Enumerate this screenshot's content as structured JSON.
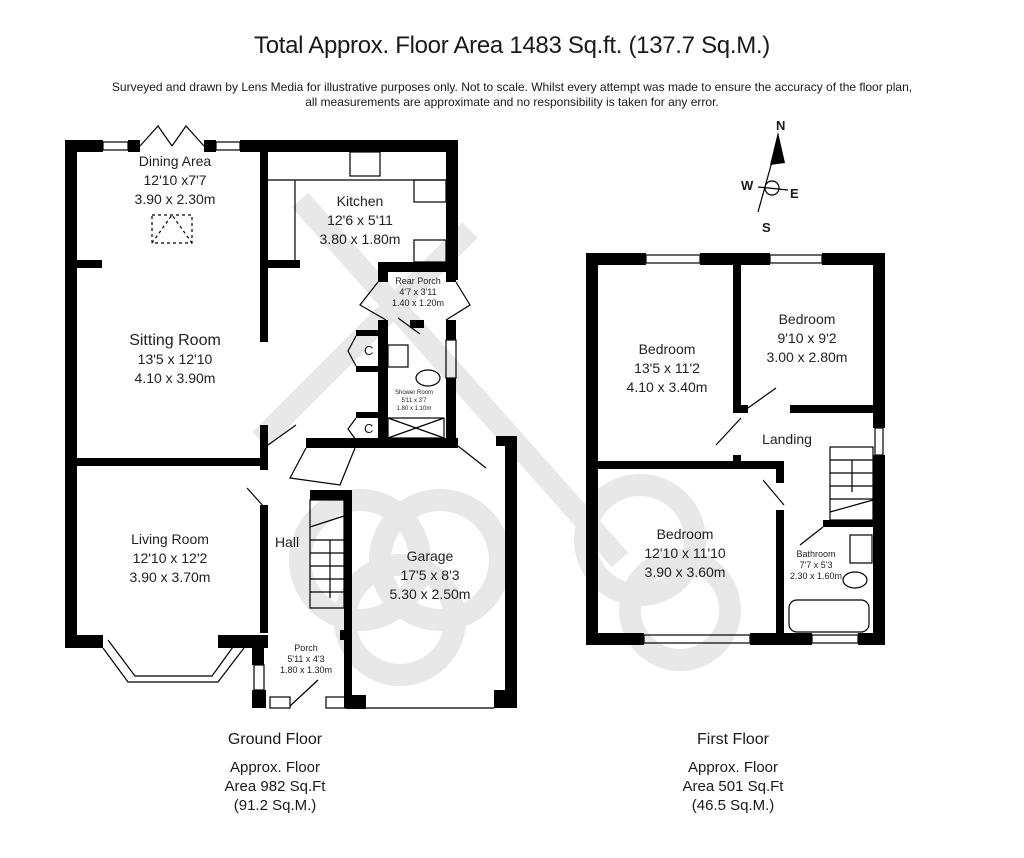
{
  "header": {
    "title": "Total Approx. Floor Area 1483 Sq.ft. (137.7 Sq.M.)",
    "disclaimer_line1": "Surveyed and drawn by Lens Media for illustrative purposes only. Not to scale. Whilst every attempt was made to ensure the accuracy of the floor plan,",
    "disclaimer_line2": "all measurements are approximate and no responsibility is taken for any error."
  },
  "compass": {
    "n": "N",
    "s": "S",
    "e": "E",
    "w": "W"
  },
  "ground_floor": {
    "label": "Ground Floor",
    "area_line1": "Approx. Floor",
    "area_line2": "Area 982 Sq.Ft",
    "area_line3": "(91.2 Sq.M.)",
    "rooms": [
      {
        "name": "Dining Area",
        "imperial": "12'10 x7'7",
        "metric": "3.90 x 2.30m"
      },
      {
        "name": "Kitchen",
        "imperial": "12'6 x 5'11",
        "metric": "3.80 x 1.80m"
      },
      {
        "name": "Rear Porch",
        "imperial": "4'7 x 3'11",
        "metric": "1.40 x 1.20m"
      },
      {
        "name": "Sitting Room",
        "imperial": "13'5 x 12'10",
        "metric": "4.10 x 3.90m"
      },
      {
        "name": "Shower Room",
        "imperial": "5'11 x 3'7",
        "metric": "1.80 x 1.10m"
      },
      {
        "name": "Living Room",
        "imperial": "12'10 x 12'2",
        "metric": "3.90 x 3.70m"
      },
      {
        "name": "Hall",
        "imperial": "",
        "metric": ""
      },
      {
        "name": "Garage",
        "imperial": "17'5 x 8'3",
        "metric": "5.30 x 2.50m"
      },
      {
        "name": "Porch",
        "imperial": "5'11 x 4'3",
        "metric": "1.80 x 1.30m"
      }
    ],
    "cupboard_label": "C"
  },
  "first_floor": {
    "label": "First Floor",
    "area_line1": "Approx. Floor",
    "area_line2": "Area 501 Sq.Ft",
    "area_line3": "(46.5 Sq.M.)",
    "rooms": [
      {
        "name": "Bedroom",
        "imperial": "13'5 x 11'2",
        "metric": "4.10 x 3.40m"
      },
      {
        "name": "Bedroom",
        "imperial": "9'10 x 9'2",
        "metric": "3.00 x 2.80m"
      },
      {
        "name": "Landing",
        "imperial": "",
        "metric": ""
      },
      {
        "name": "Bedroom",
        "imperial": "12'10 x 11'10",
        "metric": "3.90 x 3.60m"
      },
      {
        "name": "Bathroom",
        "imperial": "7'7 x 5'3",
        "metric": "2.30 x 1.60m"
      }
    ]
  },
  "colors": {
    "wall": "#000000",
    "watermark": "#e4e4e4",
    "text": "#222222"
  }
}
